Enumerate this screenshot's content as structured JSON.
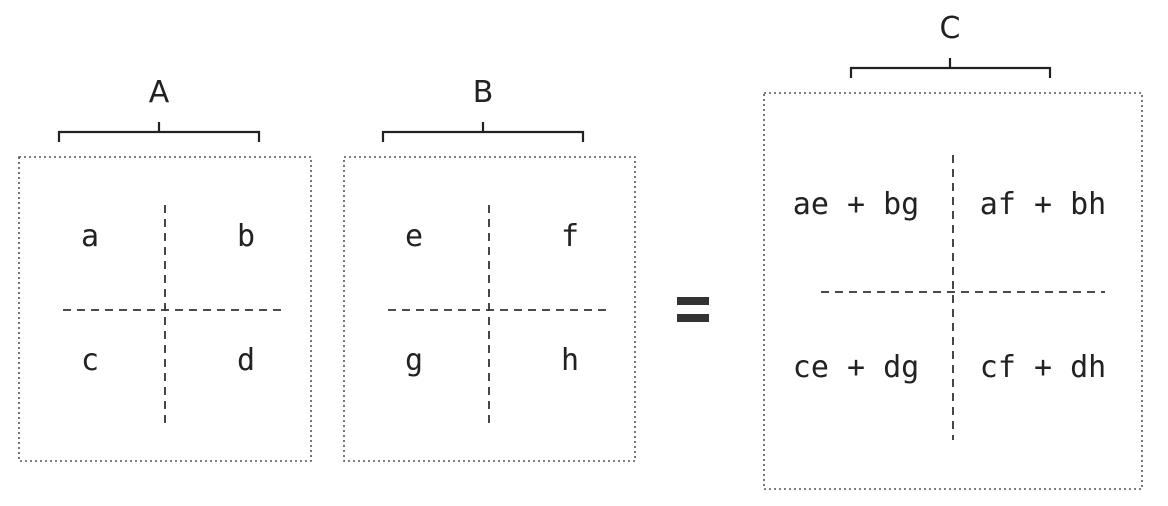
{
  "matrices": [
    {
      "label": "A",
      "cells": [
        "a",
        "b",
        "c",
        "d"
      ]
    },
    {
      "label": "B",
      "cells": [
        "e",
        "f",
        "g",
        "h"
      ]
    },
    {
      "label": "C",
      "cells": [
        "ae + bg",
        "af + bh",
        "ce + dg",
        "cf + dh"
      ]
    }
  ],
  "operator": "="
}
